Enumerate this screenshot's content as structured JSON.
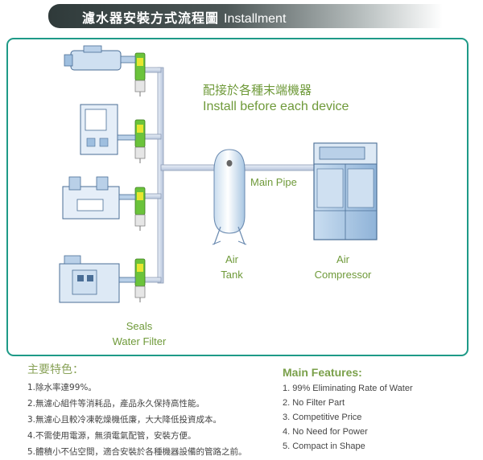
{
  "header": {
    "title_zh": "濾水器安裝方式流程圖",
    "title_en": "Installment"
  },
  "diagram": {
    "install_note_zh": "配接於各種末端機器",
    "install_note_en": "Install before each device",
    "main_pipe_label": "Main Pipe",
    "air_tank_label": "Air\nTank",
    "air_compressor_label": "Air\nCompressor",
    "seals_filter_label": "Seals\nWater Filter",
    "colors": {
      "frame": "#1e9a87",
      "pipe": "#cfd8e8",
      "filter_green": "#6bc33b",
      "filter_yellow": "#e8e630",
      "machine_blue": "#9fbfdf",
      "label_green": "#6f9a3a"
    }
  },
  "features_zh": {
    "title": "主要特色：",
    "items": [
      "1.除水率達99%。",
      "2.無濾心組件等消耗品，產品永久保持高性能。",
      "3.無濾心且較冷凍乾燥機低廉，大大降低投資成本。",
      "4.不需使用電源，無須電氣配管，安裝方便。",
      "5.體積小不佔空間，適合安裝於各種機器設備的管路之前。"
    ]
  },
  "features_en": {
    "title": "Main Features:",
    "items": [
      "1. 99% Eliminating Rate of Water",
      "2. No Filter Part",
      "3. Competitive Price",
      "4. No Need for Power",
      "5. Compact in Shape"
    ]
  }
}
